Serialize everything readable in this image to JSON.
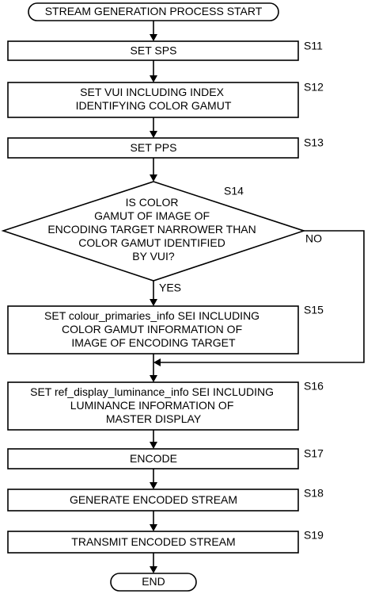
{
  "start": "STREAM GENERATION PROCESS START",
  "end": "END",
  "steps": {
    "s11": {
      "id": "S11",
      "lines": [
        "SET SPS"
      ]
    },
    "s12": {
      "id": "S12",
      "lines": [
        "SET VUI INCLUDING INDEX",
        "IDENTIFYING COLOR GAMUT"
      ]
    },
    "s13": {
      "id": "S13",
      "lines": [
        "SET PPS"
      ]
    },
    "s14": {
      "id": "S14",
      "lines": [
        "IS COLOR",
        "GAMUT OF IMAGE OF",
        "ENCODING TARGET NARROWER THAN",
        "COLOR GAMUT IDENTIFIED",
        "BY VUI?"
      ]
    },
    "s15": {
      "id": "S15",
      "lines": [
        "SET colour_primaries_info SEI INCLUDING",
        "COLOR GAMUT INFORMATION OF",
        "IMAGE OF ENCODING TARGET"
      ]
    },
    "s16": {
      "id": "S16",
      "lines": [
        "SET ref_display_luminance_info SEI INCLUDING",
        "LUMINANCE INFORMATION OF",
        "MASTER DISPLAY"
      ]
    },
    "s17": {
      "id": "S17",
      "lines": [
        "ENCODE"
      ]
    },
    "s18": {
      "id": "S18",
      "lines": [
        "GENERATE ENCODED STREAM"
      ]
    },
    "s19": {
      "id": "S19",
      "lines": [
        "TRANSMIT ENCODED STREAM"
      ]
    }
  },
  "branch": {
    "yes": "YES",
    "no": "NO"
  }
}
